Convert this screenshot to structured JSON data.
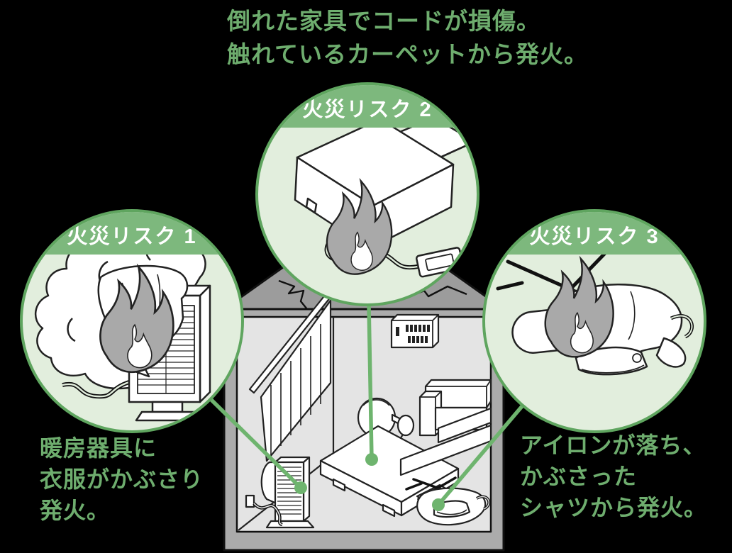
{
  "title": {
    "line1": "倒れた家具でコードが損傷。",
    "line2": "触れているカーペットから発火。"
  },
  "risks": [
    {
      "label": "火災リスク 1",
      "illustration": "heater-with-clothes-smoke-and-flame",
      "caption": {
        "line1": "暖房器具に",
        "line2": "衣服がかぶさり",
        "line3": "発火。"
      }
    },
    {
      "label": "火災リスク 2",
      "illustration": "toppled-furniture-damaged-cord-flame",
      "caption_note": "caption shown as headline above: title.line1 + title.line2"
    },
    {
      "label": "火災リスク 3",
      "illustration": "fallen-iron-covered-by-shirt-flame",
      "caption": {
        "line1": "アイロンが落ち、",
        "line2": "かぶさった",
        "line3": "シャツから発火。"
      }
    }
  ],
  "palette": {
    "background": "#000000",
    "text_green": "#6ead6e",
    "band_green": "#7db87d",
    "circle_fill": "#e2eedd",
    "circle_border": "#5fa55f",
    "connector_green": "#6eb46e",
    "roof_gray": "#9c9c9c",
    "wall_gray": "#ababab",
    "room_gray": "#e4e4e4",
    "flame_gray": "#a9a9a9",
    "line_art": "#222222"
  }
}
